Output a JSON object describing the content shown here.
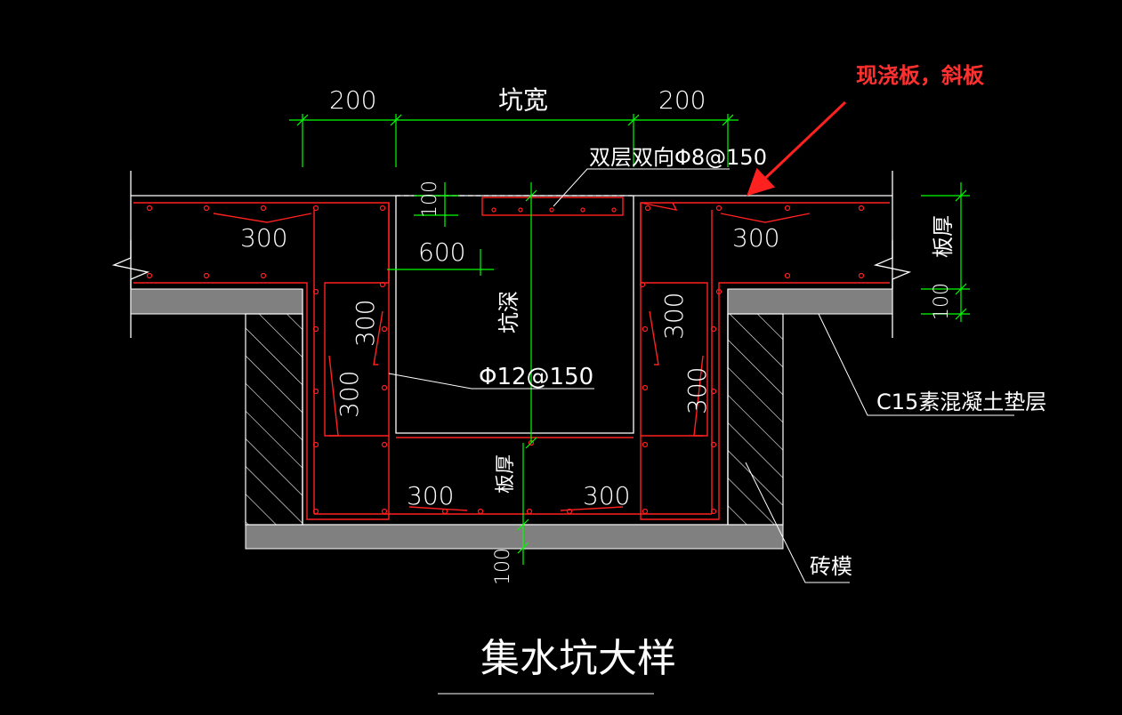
{
  "drawing": {
    "title": "集水坑大样",
    "annotation": "现浇板，斜板",
    "dims": {
      "left_200": "200",
      "pit_width": "坑宽",
      "right_200": "200",
      "slab_100": "100",
      "offset_600": "600",
      "pit_depth": "坑深",
      "slab_thk_right": "板厚",
      "slab_thk_bottom": "板厚",
      "cover_100_right": "100",
      "cover_100_bottom": "100"
    },
    "rebar": {
      "top_bars": "双层双向Φ8@150",
      "main_bars": "Φ12@150",
      "lap_300_tl": "300",
      "lap_300_tr": "300",
      "lap_300_wall_l1": "300",
      "lap_300_wall_l2": "300",
      "lap_300_wall_r1": "300",
      "lap_300_wall_r2": "300",
      "lap_300_bot_l": "300",
      "lap_300_bot_r": "300"
    },
    "materials": {
      "bedding": "C15素混凝土垫层",
      "brick_form": "砖模"
    },
    "colors": {
      "background": "#000000",
      "concrete_line": "#ffffff",
      "rebar": "#ff2020",
      "dimension": "#00ff00",
      "bedding_fill": "#808080",
      "annotation": "#ff3030"
    }
  }
}
